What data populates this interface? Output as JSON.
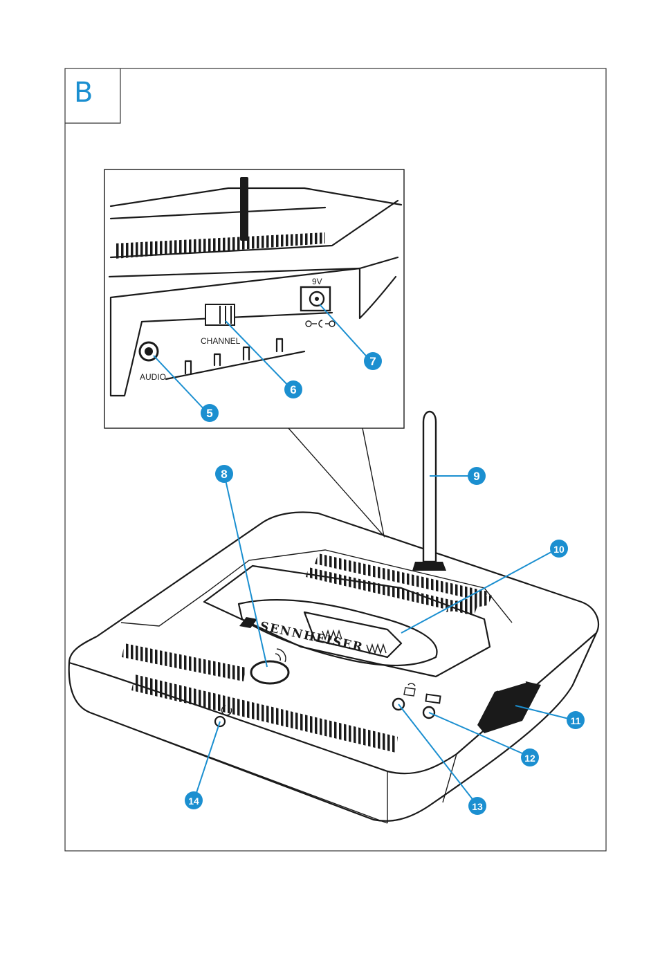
{
  "panel": {
    "tag": "B"
  },
  "inset": {
    "labels": {
      "audio": "AUDIO",
      "channel": "CHANNEL",
      "voltage": "9V"
    }
  },
  "device": {
    "brand": "SENNHEISER"
  },
  "callouts": [
    {
      "number": "5",
      "part": "audio"
    },
    {
      "number": "6",
      "part": "channel"
    },
    {
      "number": "7",
      "part": "dc"
    },
    {
      "number": "8",
      "part": "button"
    },
    {
      "number": "9",
      "part": "antenna"
    },
    {
      "number": "10",
      "part": "cradle"
    },
    {
      "number": "11",
      "part": "slot"
    },
    {
      "number": "12",
      "part": "batt"
    },
    {
      "number": "13",
      "part": "link"
    },
    {
      "number": "14",
      "part": "power"
    }
  ]
}
